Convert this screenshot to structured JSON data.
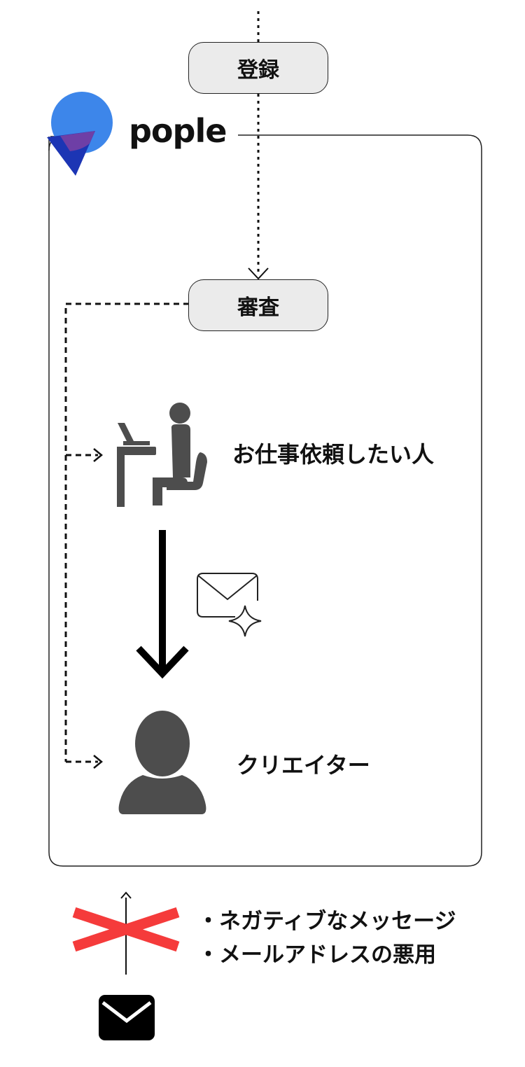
{
  "flow": {
    "register_label": "登録",
    "review_label": "審査"
  },
  "brand": {
    "name": "pople",
    "logo_colors": {
      "circle": "#3b82e8",
      "triangle": "#1b36b5",
      "overlap": "#6b3fa8"
    }
  },
  "actors": {
    "client_label": "お仕事依頼したい人",
    "creator_label": "クリエイター",
    "client_icon": "person-at-desk-icon",
    "creator_icon": "person-icon"
  },
  "message_icon": "mail-sparkle-icon",
  "blocked": {
    "mark_icon": "red-x-icon",
    "mail_icon": "envelope-icon",
    "items": [
      "ネガティブなメッセージ",
      "メールアドレスの悪用"
    ]
  },
  "colors": {
    "icon_gray": "#4d4d4d",
    "cross_red": "#f53b3b",
    "pill_fill": "#ebebeb"
  }
}
